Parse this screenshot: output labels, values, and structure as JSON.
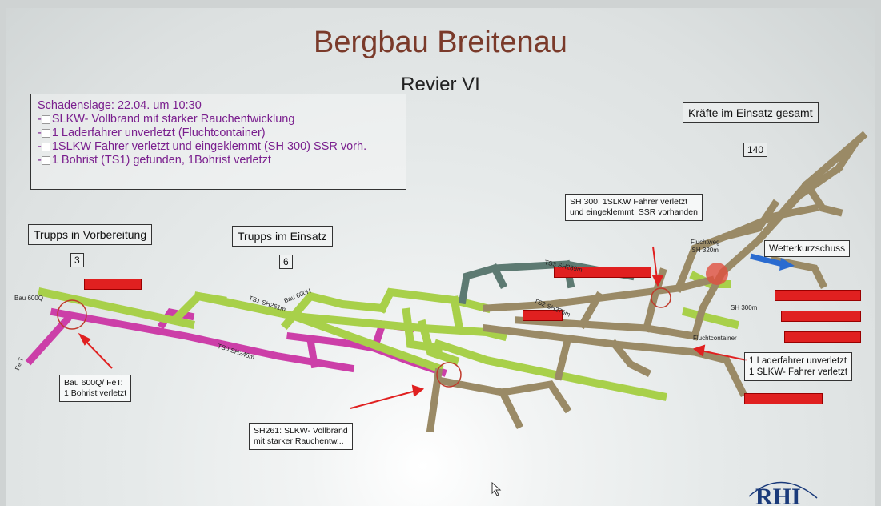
{
  "header": {
    "title": "Bergbau Breitenau",
    "subtitle": "Revier VI"
  },
  "situation": {
    "lines": [
      "Schadenslage: 22.04. um 10:30",
      "SLKW- Vollbrand mit starker Rauchentwicklung",
      "1 Laderfahrer unverletzt (Fluchtcontainer)",
      "1SLKW Fahrer verletzt und eingeklemmt (SH 300) SSR vorh.",
      "1 Bohrist (TS1) gefunden, 1Bohrist verletzt"
    ]
  },
  "forces": {
    "label": "Kräfte im Einsatz gesamt",
    "count": "140"
  },
  "prep": {
    "label": "Trupps in Vorbereitung",
    "count": "3"
  },
  "deployed": {
    "label": "Trupps im Einsatz",
    "count": "6"
  },
  "annotations": {
    "sh300": [
      "SH 300: 1SLKW Fahrer verletzt",
      "und eingeklemmt, SSR vorhanden"
    ],
    "bau600q": [
      "Bau 600Q/ FeT:",
      "1 Bohrist verletzt"
    ],
    "sh261": [
      "SH261: SLKW- Vollbrand",
      "mit starker Rauchentw..."
    ],
    "lader": [
      "1 Laderfahrer unverletzt",
      "1 SLKW- Fahrer verletzt"
    ],
    "wetter": "Wetterkurzschuss"
  },
  "map_labels": {
    "bau600q": "Bau 600Q",
    "bau600h": "Bau 600H",
    "ts1": "TS1 SH261m",
    "ts0": "TS0 SH245m",
    "ts3": "TS3 SH289m",
    "ts2": "TS2 SH276m",
    "fluchtweg": [
      "Fluchtweg",
      "SH 320m"
    ],
    "sh300m": "SH 300m",
    "fluchtcontainer": "Fluchtcontainer",
    "fet": "Fe T"
  },
  "logo": "RHI",
  "colors": {
    "green": "#a8d04a",
    "magenta": "#cc3fa8",
    "brown": "#9a8a66",
    "teal": "#5d7a72",
    "red": "#e02020",
    "blue": "#2a6bd0"
  }
}
